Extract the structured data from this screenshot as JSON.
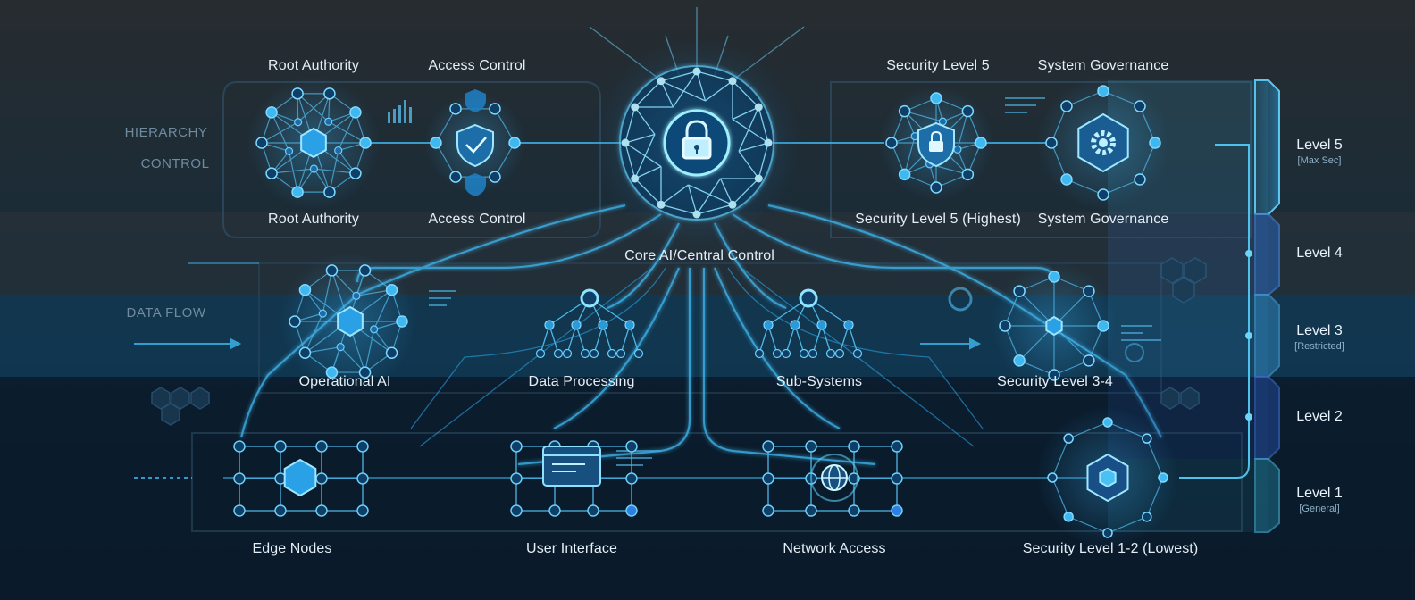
{
  "side_labels": {
    "hierarchy": "HIERARCHY",
    "control": "CONTROL",
    "data_flow": "DATA FLOW"
  },
  "core": {
    "label": "Core AI/Central Control",
    "icon": "padlock-icon"
  },
  "nodes": {
    "root_authority_top": "Root Authority",
    "root_authority_bottom": "Root Authority",
    "access_control_top": "Access Control",
    "access_control_bottom": "Access Control",
    "security_level_5_top": "Security Level 5",
    "security_level_5_bottom": "Security Level 5 (Highest)",
    "system_governance_top": "System Governance",
    "system_governance_bottom": "System Governance",
    "operational_ai": "Operational AI",
    "data_processing": "Data Processing",
    "sub_systems": "Sub-Systems",
    "security_level_3_4": "Security Level 3-4",
    "edge_nodes": "Edge Nodes",
    "user_interface": "User Interface",
    "network_access": "Network Access",
    "security_level_1_2": "Security Level 1-2 (Lowest)"
  },
  "levels": [
    {
      "name": "Level 5",
      "sub": "[Max Sec]"
    },
    {
      "name": "Level 4",
      "sub": ""
    },
    {
      "name": "Level 3",
      "sub": "[Restricted]"
    },
    {
      "name": "Level 2",
      "sub": ""
    },
    {
      "name": "Level 1",
      "sub": "[General]"
    }
  ],
  "colors": {
    "accent": "#3fb8f0",
    "glow": "#7fe0ff",
    "node_dark": "#0f3f66",
    "band_top": "#2a3238",
    "band_mid": "#123a52",
    "band_bottom": "#0b1a2b"
  }
}
